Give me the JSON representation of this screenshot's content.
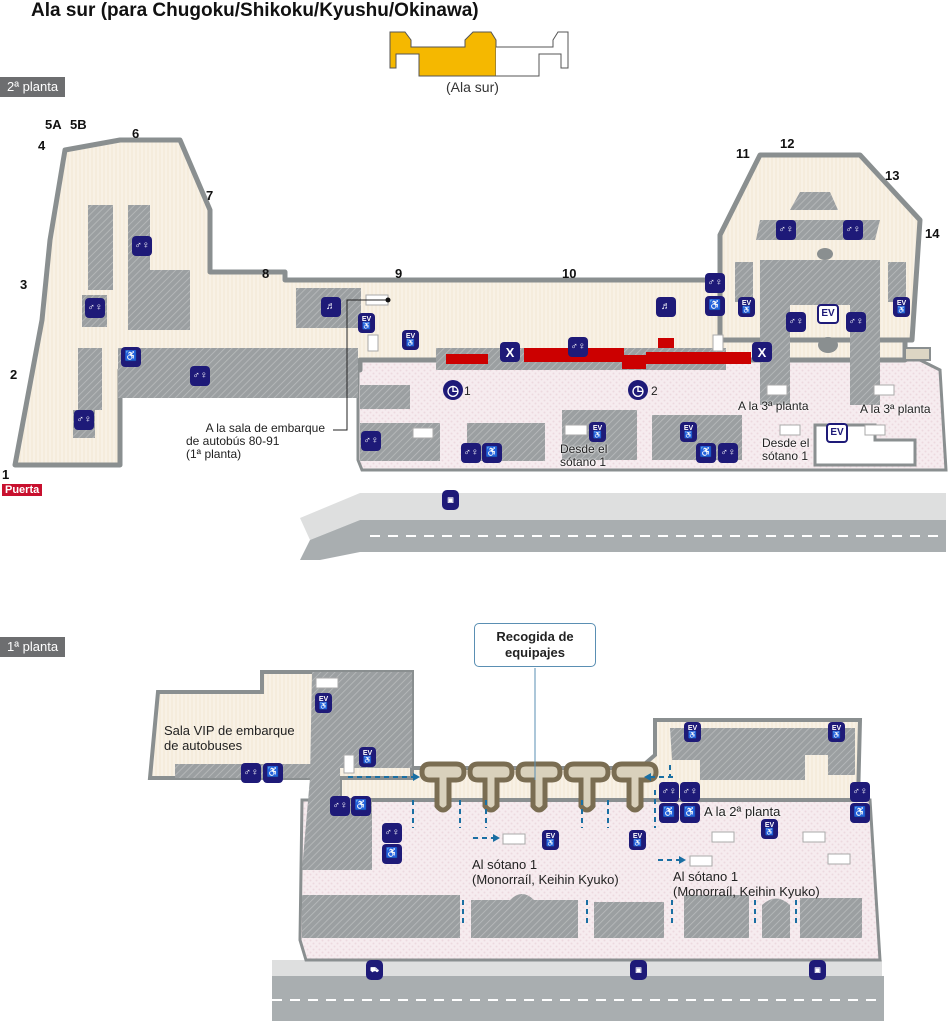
{
  "title": "Ala sur (para Chugoku/Shikoku/Kyushu/Okinawa)",
  "key_map": {
    "caption": "(Ala sur)",
    "highlight_color": "#f5b800"
  },
  "floor2": {
    "label": "2ª planta",
    "gates": [
      "1",
      "2",
      "3",
      "4",
      "5A",
      "5B",
      "6",
      "7",
      "8",
      "9",
      "10",
      "11",
      "12",
      "13",
      "14"
    ],
    "gate_marker": "Puerta",
    "labels": {
      "bus_lounge_line1": "A la sala de embarque",
      "bus_lounge_line2": "de autobús 80-91",
      "bus_lounge_line3": "(1ª planta)",
      "from_basement_a_line1": "Desde el",
      "from_basement_a_line2": "sótano 1",
      "from_basement_b_line1": "Desde el",
      "from_basement_b_line2": "sótano 1",
      "to_3f_a": "A la 3ª planta",
      "to_3f_b": "A la 3ª planta",
      "checkpoint_1": "1",
      "checkpoint_2": "2"
    },
    "icons": {
      "restroom": "🚻",
      "wheelchair": "♿",
      "elevator": "EV",
      "xray": "X",
      "lounge": "⑁",
      "clock": "◷",
      "bus": "▣"
    }
  },
  "floor1": {
    "label": "1ª planta",
    "callout_line1": "Recogida de",
    "callout_line2": "equipajes",
    "labels": {
      "vip_line1": "Sala VIP de embarque",
      "vip_line2": "de autobuses",
      "to_2f": "A la 2ª planta",
      "basement_a_line1": "Al sótano 1",
      "basement_a_line2": "(Monorraíl, Keihin Kyuko)",
      "basement_b_line1": "Al sótano 1",
      "basement_b_line2": "(Monorraíl, Keihin Kyuko)"
    },
    "carousels": 5
  },
  "colors": {
    "icon_bg": "#1e1a78",
    "wall": "#8a8f90",
    "floor_public": "#f3eadb",
    "floor_pink": "#f3e6ea",
    "checkin_red": "#cc0000",
    "arrow_blue": "#1a6fa3",
    "road": "#a9aeb0",
    "sidewalk": "#dedfdf",
    "carousel": "#7a6d52"
  }
}
